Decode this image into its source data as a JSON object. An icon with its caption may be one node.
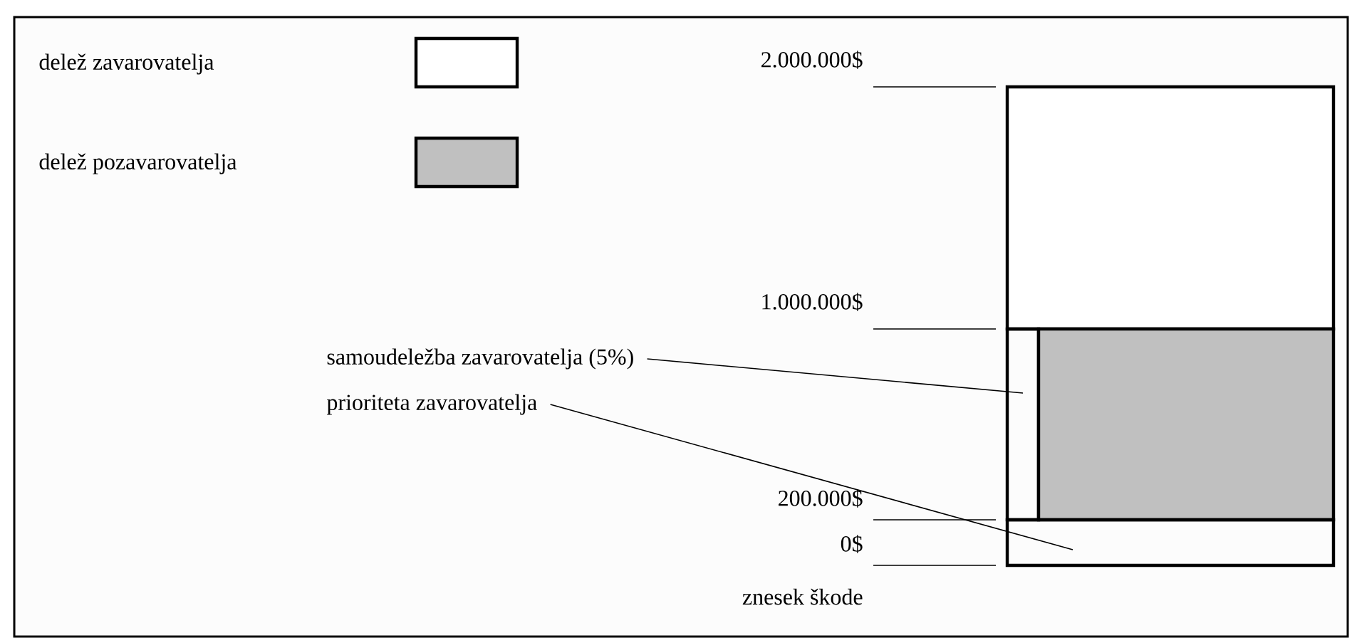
{
  "diagram": {
    "nodes": [
      {
        "text": [
          "samoudeležba zavarovatelja (5%)"
        ]
      },
      {
        "text": [
          "prioriteta zavarovatelja"
        ]
      },
      {
        "text": [],
        "shape": "box"
      },
      {
        "text": [],
        "shape": "box"
      },
      {
        "text": [],
        "shape": "box"
      },
      {
        "text": [],
        "shape": "box"
      }
    ],
    "edges": [
      {
        "from": 0,
        "to": 3,
        "arrow": "none"
      },
      {
        "from": 1,
        "to": 5,
        "arrow": "none"
      }
    ],
    "labels": [
      "2.000.000$",
      "1.000.000$",
      "200.000$",
      "0$",
      "znesek škode"
    ],
    "legend": [
      {
        "text": "delež zavarovatelja"
      },
      {
        "text": "delež pozavarovatelja",
        "color": "#c0c0c0"
      }
    ]
  }
}
